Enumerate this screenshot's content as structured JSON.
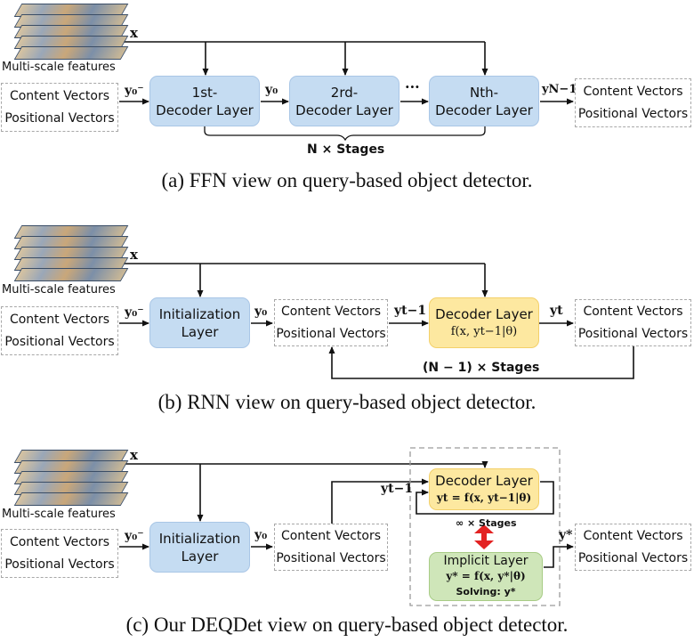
{
  "common": {
    "x_label": "x",
    "multi_scale_features": "Multi-scale features",
    "content_vectors": "Content Vectors",
    "positional_vectors": "Positional Vectors"
  },
  "panel_a": {
    "input_label": "y₀⁻",
    "decoder_1": [
      "1st-",
      "Decoder Layer"
    ],
    "y0": "y₀",
    "decoder_2": [
      "2rd-",
      "Decoder Layer"
    ],
    "dots": "···",
    "decoder_n": [
      "Nth-",
      "Decoder Layer"
    ],
    "y_out": "yN−1",
    "stages": "N × Stages",
    "caption": "(a) FFN view on query-based object detector."
  },
  "panel_b": {
    "input_label": "y₀⁻",
    "init_layer": [
      "Initialization",
      "Layer"
    ],
    "y0": "y₀",
    "y_prev": "yt−1",
    "decoder_layer": "Decoder Layer",
    "decoder_formula": "f(x, yt−1|θ)",
    "y_t": "yt",
    "stages": "(N − 1) × Stages",
    "caption": "(b) RNN view on query-based object detector."
  },
  "panel_c": {
    "input_label": "y₀⁻",
    "init_layer": [
      "Initialization",
      "Layer"
    ],
    "y0": "y₀",
    "y_prev": "yt−1",
    "decoder_layer": "Decoder Layer",
    "decoder_formula": "yt = f(x, yt−1|θ)",
    "inf_stages": "∞ × Stages",
    "implicit_layer": "Implicit Layer",
    "implicit_formula": "y* = f(x, y*|θ)",
    "solving": "Solving: y*",
    "y_star": "y*",
    "caption": "(c) Our DEQDet view on query-based object detector."
  },
  "colors": {
    "blue_box": "#c5dcf2",
    "yellow_box": "#fde8a0",
    "green_box": "#cfe6b9",
    "red_arrow": "#e32222"
  }
}
